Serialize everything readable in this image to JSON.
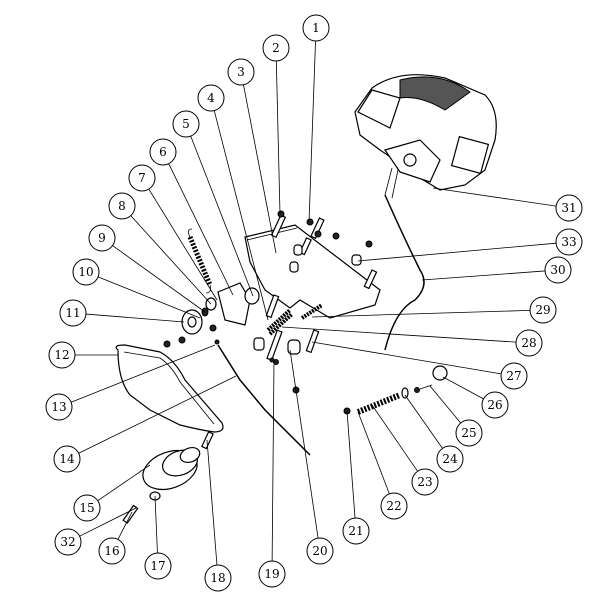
{
  "diagram": {
    "title_visible": false,
    "callouts": [
      "1",
      "2",
      "3",
      "4",
      "5",
      "6",
      "7",
      "8",
      "9",
      "10",
      "11",
      "12",
      "13",
      "14",
      "15",
      "16",
      "17",
      "18",
      "19",
      "20",
      "21",
      "22",
      "23",
      "24",
      "25",
      "26",
      "27",
      "28",
      "29",
      "30",
      "31",
      "32",
      "33"
    ]
  }
}
